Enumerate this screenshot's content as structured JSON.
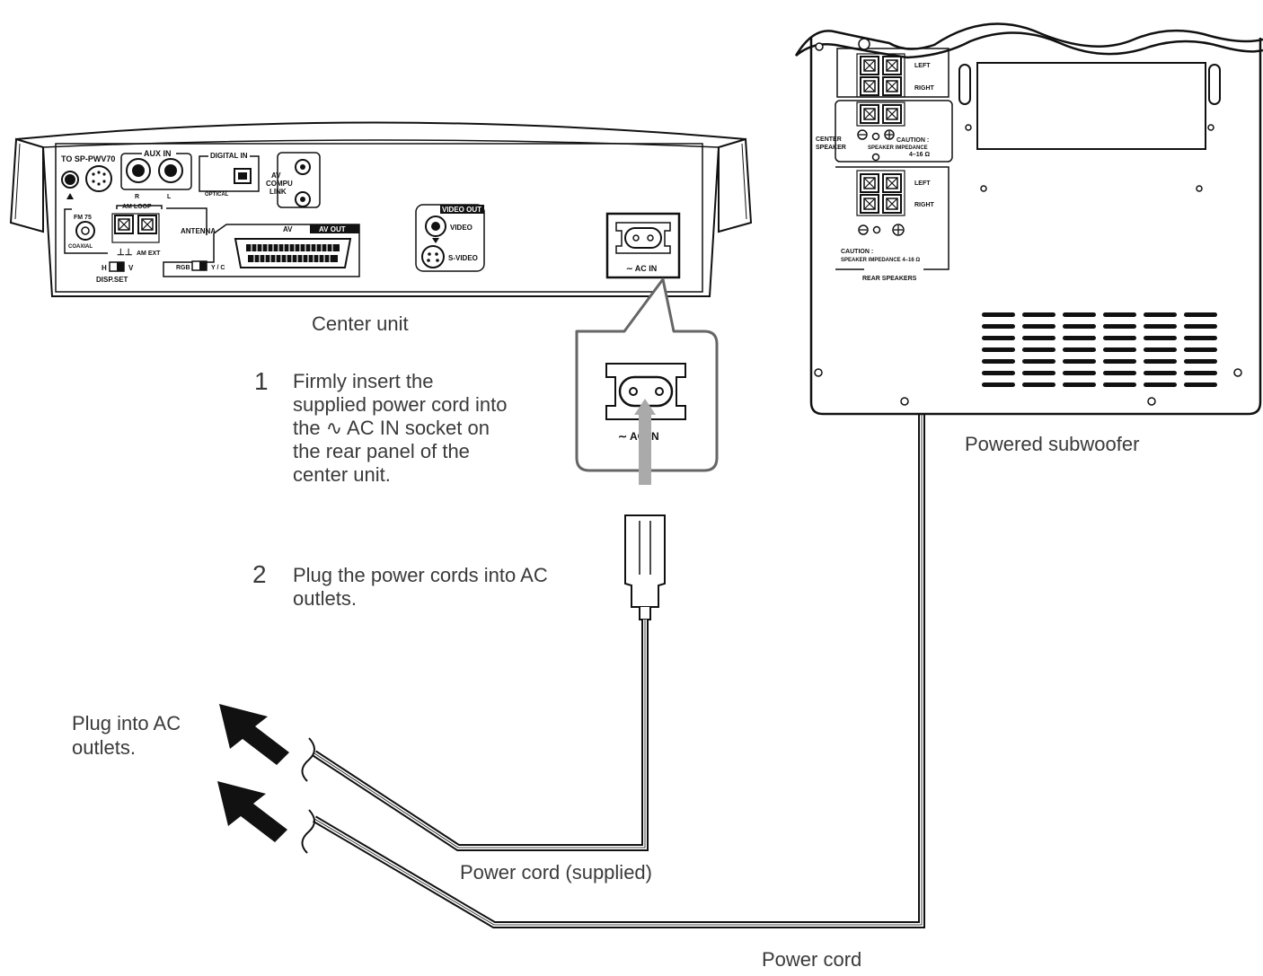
{
  "labels": {
    "center_unit": "Center unit",
    "powered_subwoofer": "Powered subwoofer",
    "power_cord_supplied": "Power cord (supplied)",
    "power_cord": "Power cord",
    "plug_into_ac": "Plug into AC\noutlets."
  },
  "steps": [
    {
      "number": "1",
      "text": "Firmly insert the\nsupplied power cord into\nthe ∿ AC IN socket on\nthe rear panel of the\ncenter unit."
    },
    {
      "number": "2",
      "text": "Plug the power cords into AC\noutlets."
    }
  ],
  "center_panel": {
    "to_sp": "TO SP-PWV70",
    "aux_in": "AUX IN",
    "aux_r": "R",
    "aux_l": "L",
    "digital_in": "DIGITAL IN",
    "optical": "OPTICAL",
    "av": "AV",
    "compu": "COMPU",
    "link": "LINK",
    "fm75": "FM  75",
    "coaxial": "COAXIAL",
    "am_loop": "AM  LOOP",
    "am_ext": "AM  EXT",
    "antenna": "ANTENNA",
    "h": "H",
    "v": "V",
    "disp_set": "DISP.SET",
    "rgb": "RGB",
    "yc": "Y / C",
    "av_scart": "AV",
    "av_out": "AV OUT",
    "video_out": "VIDEO OUT",
    "video": "VIDEO",
    "s_video": "S-VIDEO",
    "ac_in": "∼ AC IN"
  },
  "zoom": {
    "ac_in": "∼ AC IN"
  },
  "subwoofer_panel": {
    "left": "LEFT",
    "right": "RIGHT",
    "center": "CENTER",
    "speaker": "SPEAKER",
    "caution": "CAUTION :",
    "speaker_impedance": "SPEAKER IMPEDANCE",
    "impedance_value": "4–16  Ω",
    "rear_left": "LEFT",
    "rear_right": "RIGHT",
    "rear_caution": "CAUTION :",
    "rear_impedance": "SPEAKER IMPEDANCE   4–16  Ω",
    "rear_speakers": "REAR SPEAKERS"
  },
  "colors": {
    "line": "#1a1a1a",
    "zoom_frame": "#666666",
    "arrow_gray": "#aaaaaa",
    "text": "#3a3a3a"
  }
}
